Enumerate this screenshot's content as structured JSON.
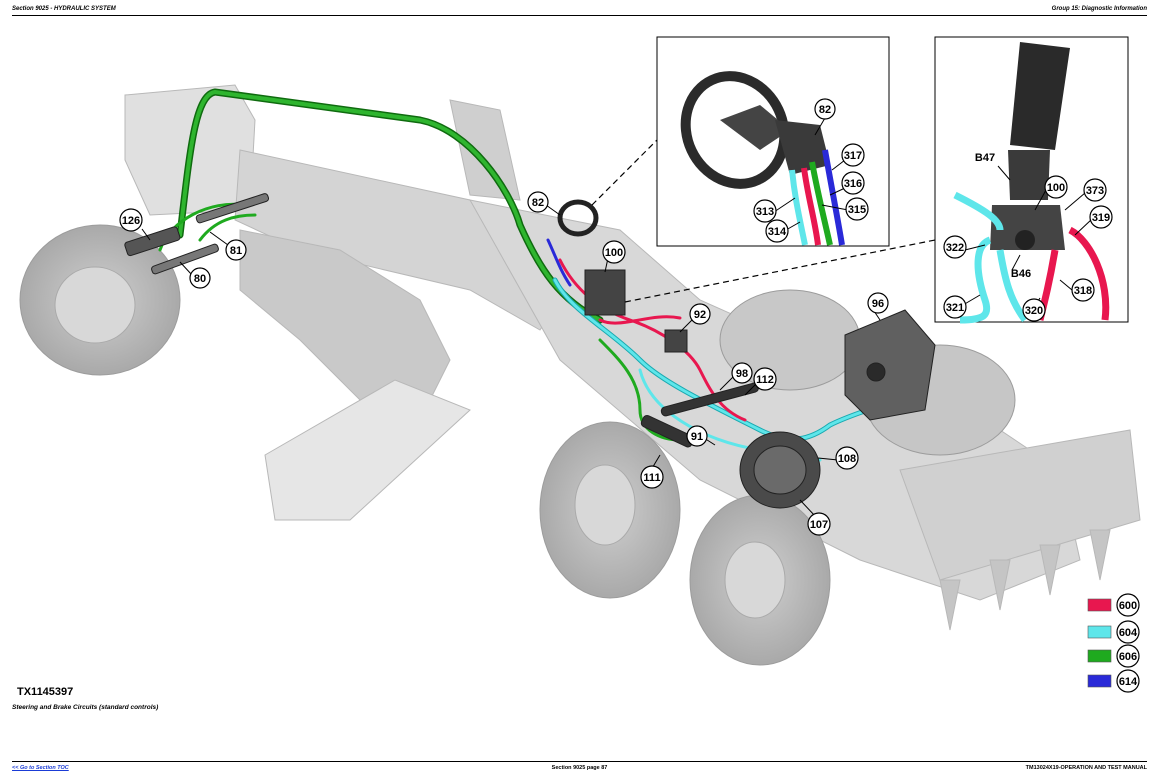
{
  "header": {
    "section": "Section 9025 - HYDRAULIC SYSTEM",
    "group": "Group 15: Diagnostic Information"
  },
  "figure": {
    "id": "TX1145397",
    "caption": "Steering and Brake Circuits (standard controls)",
    "main_callouts": [
      "126",
      "81",
      "80",
      "82",
      "100",
      "92",
      "98",
      "112",
      "91",
      "111",
      "96",
      "108",
      "107"
    ],
    "inset1_callouts": [
      "82",
      "317",
      "316",
      "315",
      "313",
      "314"
    ],
    "inset2_callouts": [
      "B47",
      "100",
      "373",
      "319",
      "322",
      "B46",
      "318",
      "321",
      "320"
    ]
  },
  "legend": [
    {
      "code": "600",
      "color": "#e8174f"
    },
    {
      "code": "604",
      "color": "#5ee6ea"
    },
    {
      "code": "606",
      "color": "#1faa1f"
    },
    {
      "code": "614",
      "color": "#2a2ad8"
    }
  ],
  "footer": {
    "toc_link": "<< Go to Section TOC",
    "page": "Section 9025 page 87",
    "manual": "TM13024X19-OPERATION AND TEST MANUAL"
  }
}
